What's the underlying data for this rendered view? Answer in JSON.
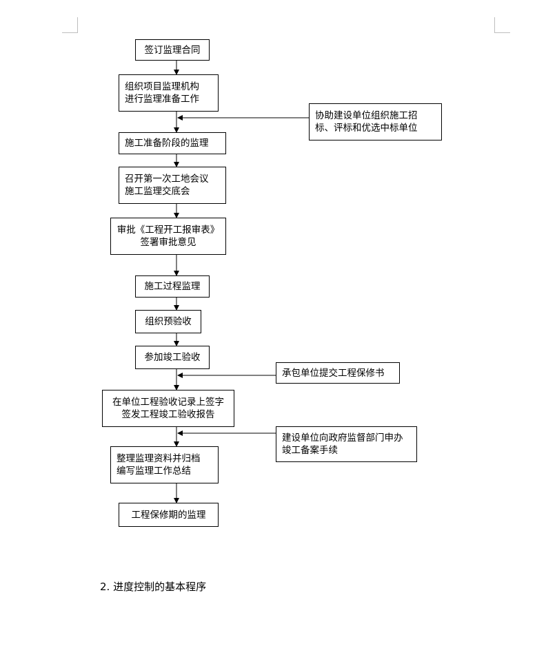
{
  "flowchart": {
    "main_steps": [
      {
        "id": "s1",
        "lines": [
          "签订监理合同"
        ]
      },
      {
        "id": "s2",
        "lines": [
          "组织项目监理机构",
          "进行监理准备工作"
        ]
      },
      {
        "id": "s3",
        "lines": [
          "施工准备阶段的监理"
        ]
      },
      {
        "id": "s4",
        "lines": [
          "召开第一次工地会议",
          "施工监理交底会"
        ]
      },
      {
        "id": "s5",
        "lines": [
          "审批《工程开工报审表》",
          "签署审批意见"
        ]
      },
      {
        "id": "s6",
        "lines": [
          "施工过程监理"
        ]
      },
      {
        "id": "s7",
        "lines": [
          "组织预验收"
        ]
      },
      {
        "id": "s8",
        "lines": [
          "参加竣工验收"
        ]
      },
      {
        "id": "s9",
        "lines": [
          "在单位工程验收记录上签字",
          "签发工程竣工验收报告"
        ]
      },
      {
        "id": "s10",
        "lines": [
          "整理监理资料并归档",
          "编写监理工作总结"
        ]
      },
      {
        "id": "s11",
        "lines": [
          "工程保修期的监理"
        ]
      }
    ],
    "side_steps": [
      {
        "id": "a1",
        "lines": [
          "协助建设单位组织施工招",
          "标、评标和优选中标单位"
        ]
      },
      {
        "id": "a2",
        "lines": [
          "承包单位提交工程保修书"
        ]
      },
      {
        "id": "a3",
        "lines": [
          "建设单位向政府监督部门申办",
          "竣工备案手续"
        ]
      }
    ]
  },
  "section_heading": "2. 进度控制的基本程序"
}
